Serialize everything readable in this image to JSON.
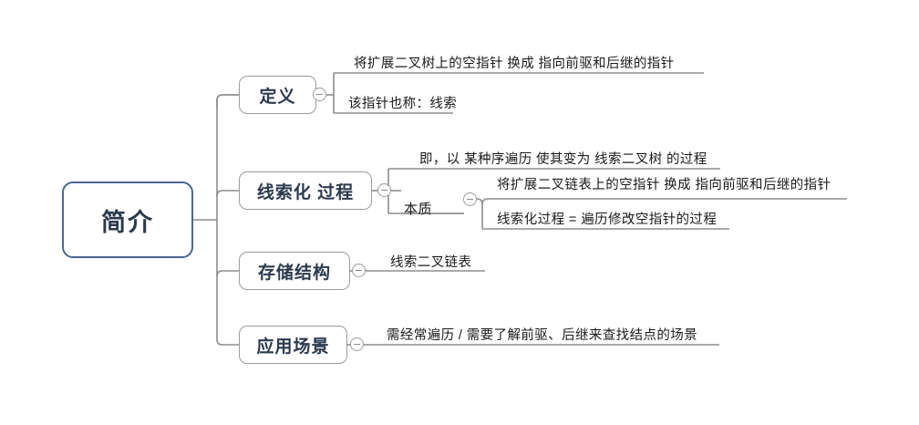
{
  "diagram": {
    "type": "mind-map",
    "title": "简介",
    "colors": {
      "root_border": "#4a6591",
      "node_border": "#9b9b9b",
      "connector": "#8d8d8d",
      "text": "#1a1a1a",
      "node_text": "#2b3a4d",
      "background": "#ffffff"
    },
    "root": {
      "label": "简介"
    },
    "branches": [
      {
        "label": "定义",
        "toggle": "collapse-minus-icon",
        "items": [
          {
            "text": "将扩展二叉树上的空指针 换成 指向前驱和后继的指针"
          },
          {
            "text": "该指针也称：线索"
          }
        ]
      },
      {
        "label": "线索化 过程",
        "toggle": "collapse-minus-icon",
        "items": [
          {
            "text": "即，以 某种序遍历 使其变为 线索二叉树 的过程"
          }
        ],
        "subbranch": {
          "label": "本质",
          "toggle": "collapse-minus-icon",
          "items": [
            {
              "text": "将扩展二叉链表上的空指针 换成 指向前驱和后继的指针"
            },
            {
              "text": "线索化过程 = 遍历修改空指针的过程"
            }
          ]
        }
      },
      {
        "label": "存储结构",
        "toggle": "collapse-minus-icon",
        "items": [
          {
            "text": "线索二叉链表"
          }
        ]
      },
      {
        "label": "应用场景",
        "toggle": "collapse-minus-icon",
        "items": [
          {
            "text": "需经常遍历 / 需要了解前驱、后继来查找结点的场景"
          }
        ]
      }
    ]
  }
}
